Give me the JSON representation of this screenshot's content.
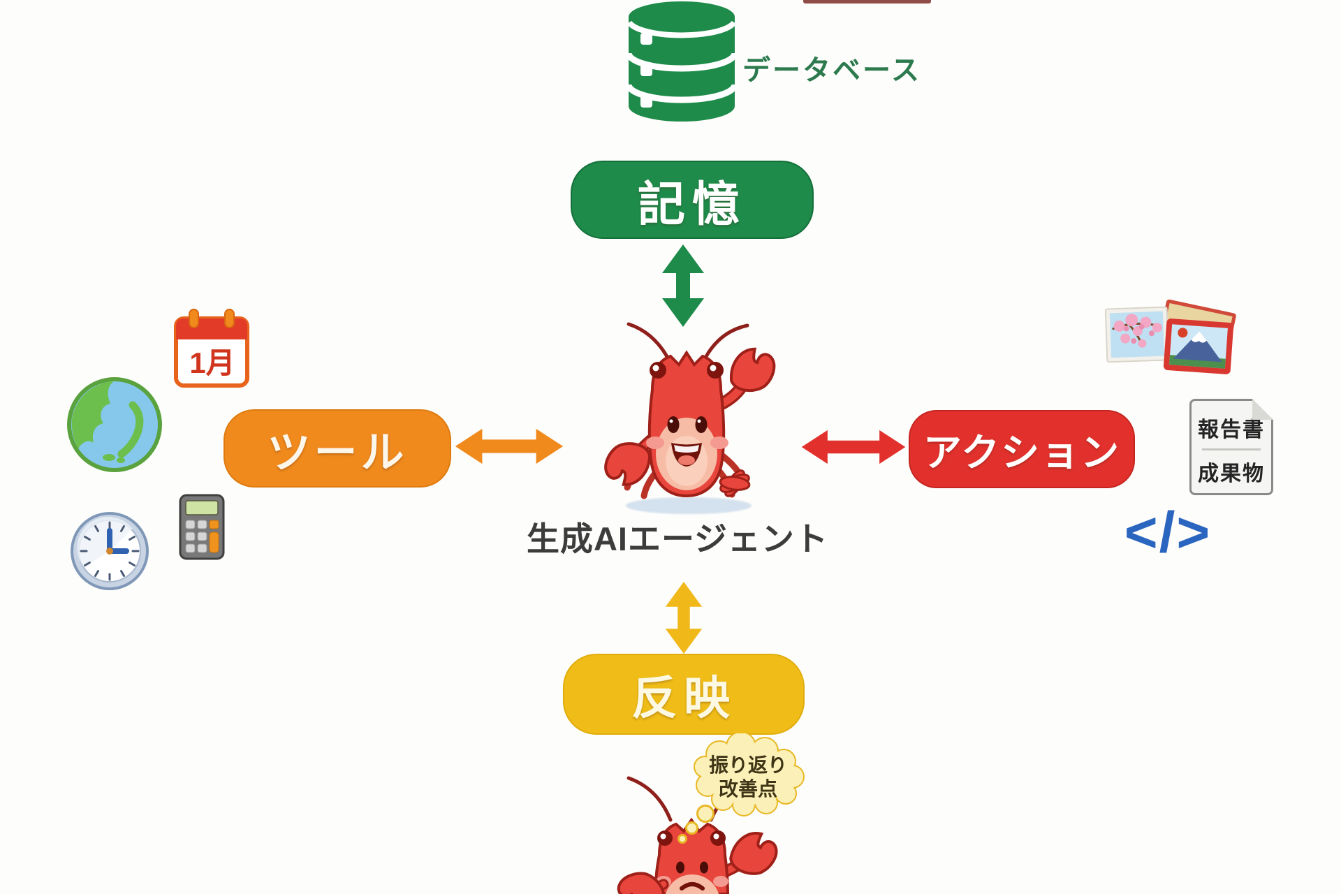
{
  "center": {
    "label": "生成AIエージェント",
    "mascot": "lobster-mascot",
    "mascot_color": "#e8453c"
  },
  "memory": {
    "label": "記憶",
    "color": "#1e8b4a",
    "icon": "database-icon",
    "icon_label": "データベース"
  },
  "tools": {
    "label": "ツール",
    "color": "#f08a1d",
    "icons": [
      "calendar-icon",
      "globe-icon",
      "clock-icon",
      "calculator-icon"
    ],
    "calendar_month": "1月"
  },
  "action": {
    "label": "アクション",
    "color": "#e2312d",
    "icons": [
      "photos-icon",
      "document-icon",
      "code-icon"
    ],
    "document": {
      "line1": "報告書",
      "line2": "成果物"
    },
    "code_symbol": "</>"
  },
  "reflection": {
    "label": "反映",
    "color": "#f0bd18",
    "mascot": "thinking-lobster-mascot",
    "thought_bubble": {
      "line1": "振り返り",
      "line2": "改善点"
    }
  },
  "arrows": {
    "memory": "#1e8b4a",
    "tools": "#f08a1d",
    "action": "#e2312d",
    "reflection": "#f0b818"
  }
}
